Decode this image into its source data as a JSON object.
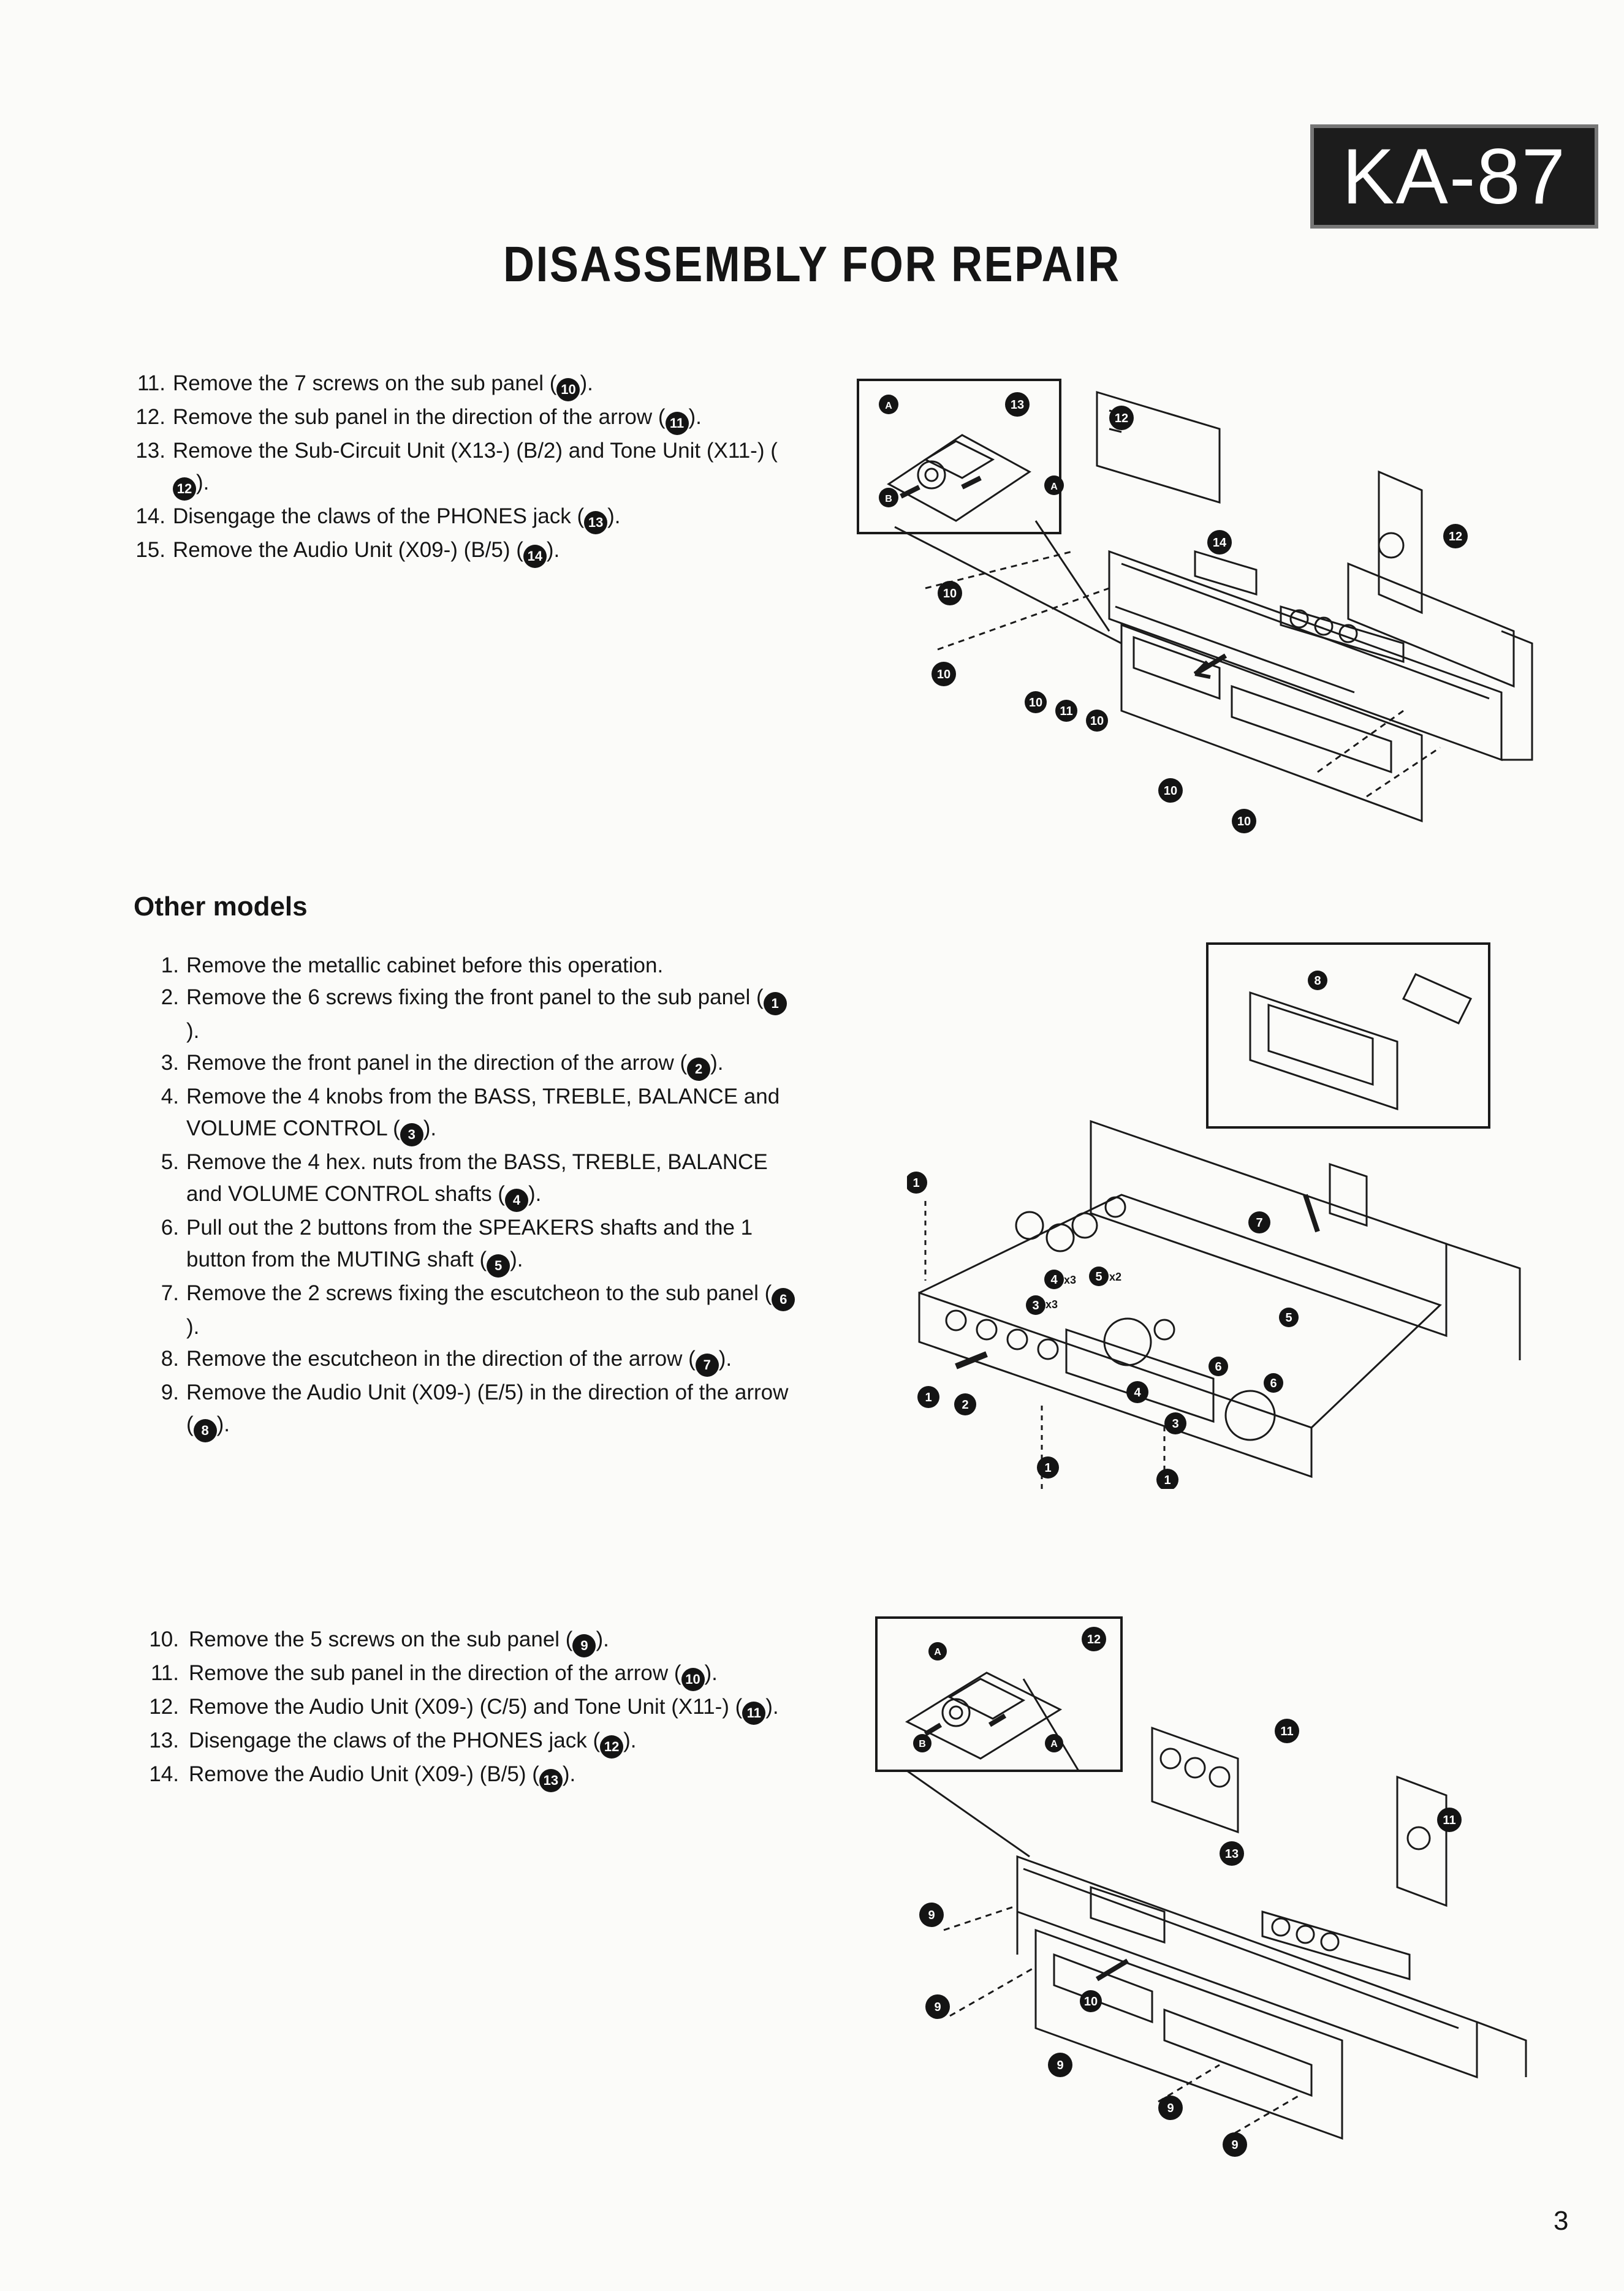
{
  "header": {
    "model": "KA-87",
    "title": "DISASSEMBLY FOR REPAIR"
  },
  "section_a": {
    "steps": [
      {
        "num": "11.",
        "before": "Remove the 7 screws on the sub panel (",
        "ref": "10",
        "after": ")."
      },
      {
        "num": "12.",
        "before": "Remove the sub panel in the direction of the arrow (",
        "ref": "11",
        "after": ")."
      },
      {
        "num": "13.",
        "before": "Remove the Sub-Circuit Unit (X13-) (B/2) and Tone Unit (X11-) (",
        "ref": "12",
        "after": ")."
      },
      {
        "num": "14.",
        "before": "Disengage the claws of the PHONES jack (",
        "ref": "13",
        "after": ")."
      },
      {
        "num": "15.",
        "before": "Remove the Audio Unit (X09-) (B/5) (",
        "ref": "14",
        "after": ")."
      }
    ]
  },
  "section_b": {
    "heading": "Other models",
    "steps": [
      {
        "num": "1.",
        "before": "Remove the metallic cabinet before this operation.",
        "ref": "",
        "after": ""
      },
      {
        "num": "2.",
        "before": "Remove the 6 screws fixing the front panel to the sub panel (",
        "ref": "1",
        "after": ")."
      },
      {
        "num": "3.",
        "before": "Remove the front panel in the direction of the arrow (",
        "ref": "2",
        "after": ")."
      },
      {
        "num": "4.",
        "before": "Remove the 4 knobs from the BASS, TREBLE, BALANCE and VOLUME CONTROL (",
        "ref": "3",
        "after": ")."
      },
      {
        "num": "5.",
        "before": "Remove the 4 hex. nuts from the BASS, TREBLE, BALANCE and VOLUME CONTROL shafts (",
        "ref": "4",
        "after": ")."
      },
      {
        "num": "6.",
        "before": "Pull out the 2 buttons from the SPEAKERS shafts and the 1 button from the MUTING shaft (",
        "ref": "5",
        "after": ")."
      },
      {
        "num": "7.",
        "before": "Remove the 2 screws fixing the escutcheon to the sub panel (",
        "ref": "6",
        "after": ")."
      },
      {
        "num": "8.",
        "before": "Remove the escutcheon in the direction of the arrow (",
        "ref": "7",
        "after": ")."
      },
      {
        "num": "9.",
        "before": "Remove the Audio Unit (X09-) (E/5) in the direction of the arrow (",
        "ref": "8",
        "after": ")."
      }
    ]
  },
  "section_c": {
    "steps": [
      {
        "num": "10.",
        "before": "Remove the 5 screws on the sub panel (",
        "ref": "9",
        "after": ")."
      },
      {
        "num": "11.",
        "before": "Remove the sub panel in the direction of the arrow (",
        "ref": "10",
        "after": ")."
      },
      {
        "num": "12.",
        "before": "Remove the Audio Unit (X09-) (C/5) and Tone Unit (X11-) (",
        "ref": "11",
        "after": ")."
      },
      {
        "num": "13.",
        "before": "Disengage the claws of the PHONES jack (",
        "ref": "12",
        "after": ")."
      },
      {
        "num": "14.",
        "before": "Remove the Audio Unit (X09-) (B/5) (",
        "ref": "13",
        "after": ")."
      }
    ]
  },
  "diagram_labels": {
    "d1": [
      "A",
      "13",
      "12",
      "14",
      "12",
      "10",
      "10",
      "10",
      "11",
      "10",
      "10",
      "10",
      "B",
      "A"
    ],
    "d2": [
      "1",
      "1",
      "1",
      "1",
      "2",
      "3",
      "4",
      "5",
      "6",
      "6",
      "7",
      "8",
      "3",
      "4",
      "5"
    ],
    "d2_mult": [
      "x3",
      "x3",
      "x2"
    ],
    "d3": [
      "A",
      "12",
      "11",
      "11",
      "13",
      "9",
      "9",
      "9",
      "9",
      "9",
      "10",
      "B",
      "A"
    ]
  },
  "page": {
    "number": "3"
  }
}
